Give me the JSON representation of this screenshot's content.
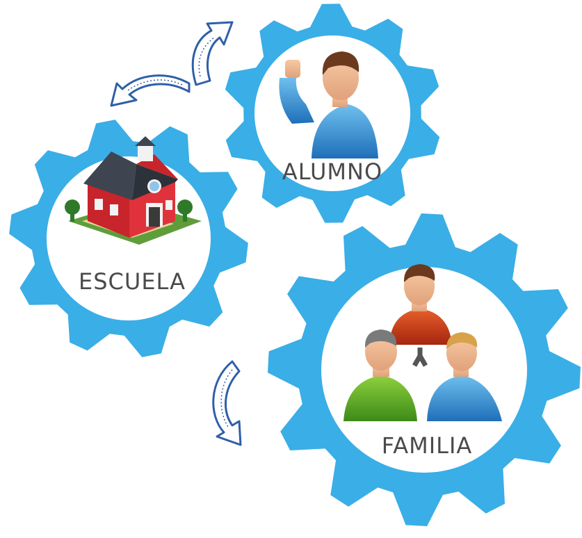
{
  "diagram": {
    "gears": [
      {
        "id": "escuela",
        "label": "ESCUELA",
        "icon": "school-house-icon"
      },
      {
        "id": "alumno",
        "label": "ALUMNO",
        "icon": "student-icon"
      },
      {
        "id": "familia",
        "label": "FAMILIA",
        "icon": "family-icon"
      }
    ],
    "colors": {
      "gear": "#3aaee6",
      "gear_inner": "#ffffff",
      "arrow": "#2f5fa8",
      "label": "#4a4a4a"
    }
  }
}
